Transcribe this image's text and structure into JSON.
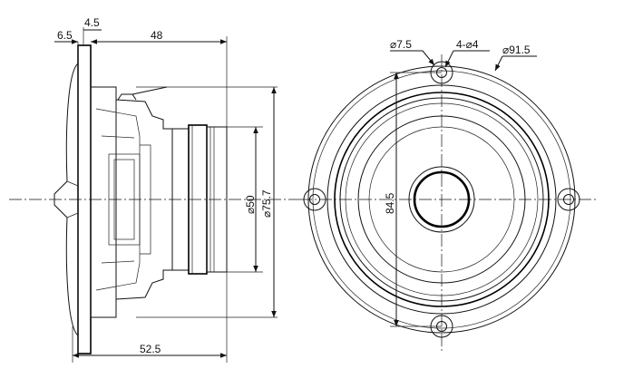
{
  "side_view": {
    "dimensions": {
      "flange_offset": "6.5",
      "flange_thickness": "4.5",
      "depth_motor": "48",
      "overall_depth": "52.5",
      "magnet_diameter": "⌀50",
      "body_diameter": "⌀75.7"
    }
  },
  "front_view": {
    "dimensions": {
      "hole_diameter": "⌀7.5",
      "hole_count_size": "4-⌀4",
      "outer_diameter": "⌀91.5",
      "hole_spacing": "84.5"
    }
  }
}
